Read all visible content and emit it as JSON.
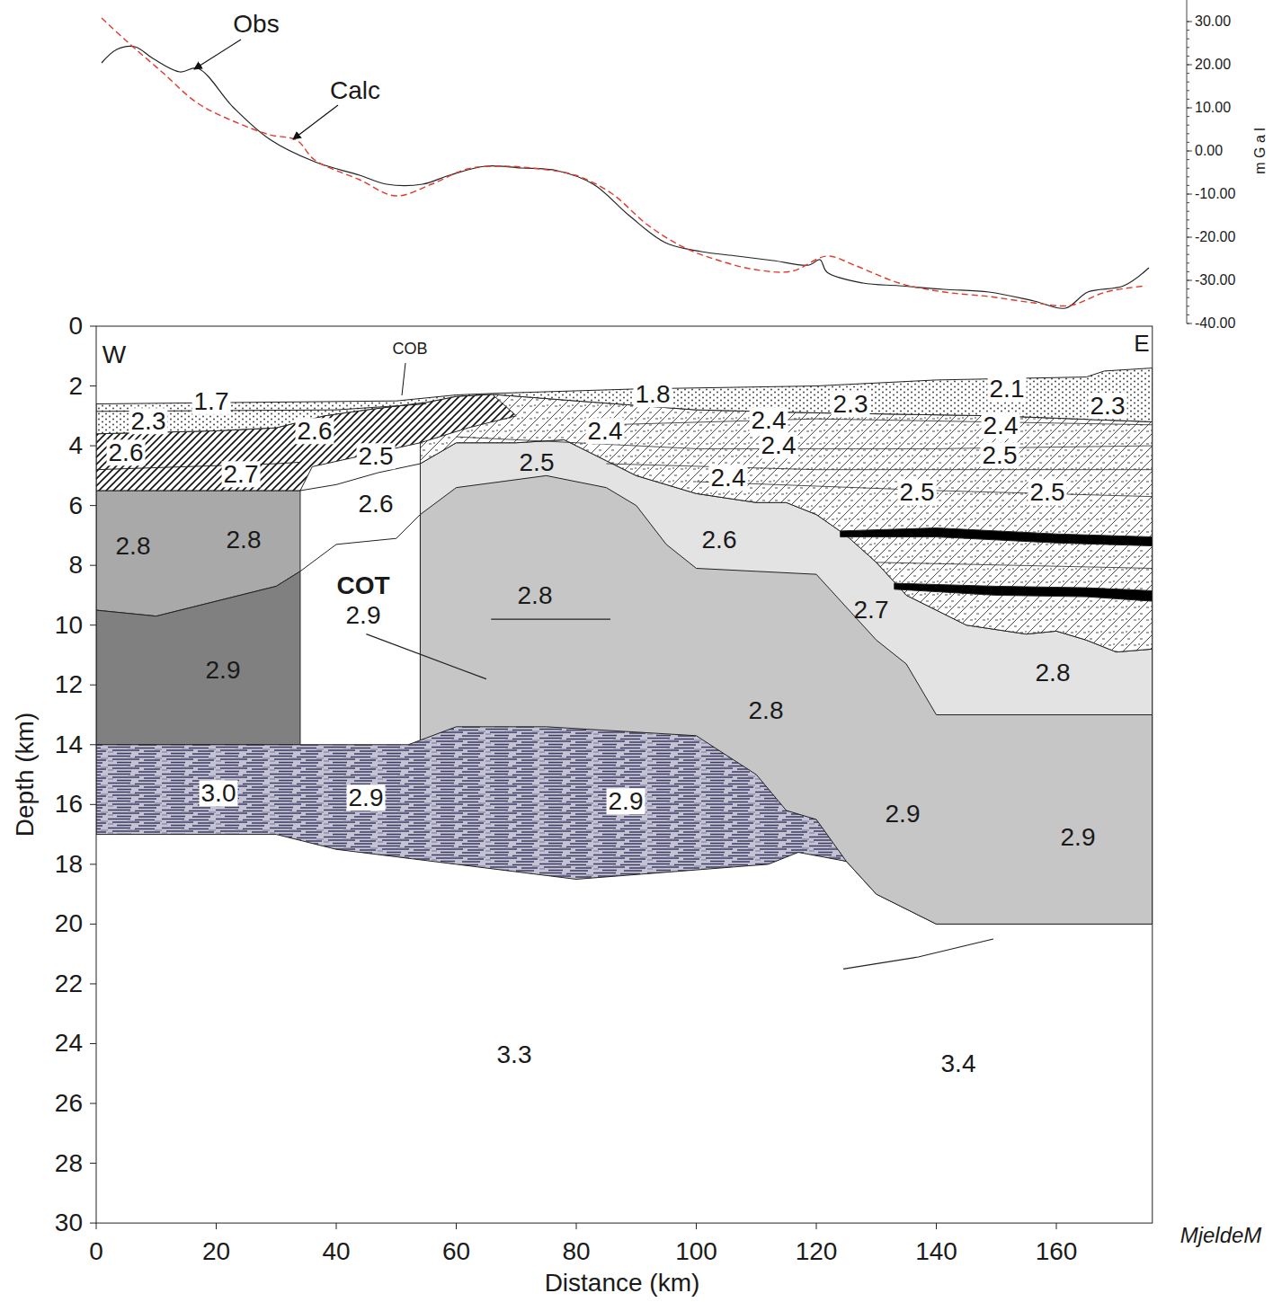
{
  "diagram": {
    "labels": [
      "Obs",
      "Calc",
      "30.00",
      "20.00",
      "10.00",
      "0.00",
      "-10.00",
      "-20.00",
      "-30.00",
      "-40.00",
      "m G a l",
      "W",
      "E",
      "COB",
      "1.7",
      "2.3",
      "2.6",
      "2.6",
      "2.7",
      "2.5",
      "2.6",
      "2.8",
      "2.8",
      "COT",
      "2.9",
      "2.9",
      "2.5",
      "2.8",
      "1.8",
      "2.4",
      "2.4",
      "2.3",
      "2.4",
      "2.4",
      "2.1",
      "2.3",
      "2.4",
      "2.5",
      "2.5",
      "2.5",
      "2.6",
      "2.7",
      "2.8",
      "2.8",
      "3.0",
      "2.9",
      "2.9",
      "2.9",
      "2.9",
      "3.3",
      "3.4",
      "0",
      "2",
      "4",
      "6",
      "8",
      "10",
      "12",
      "14",
      "16",
      "18",
      "20",
      "22",
      "24",
      "26",
      "28",
      "30",
      "Depth (km)",
      "0",
      "20",
      "40",
      "60",
      "80",
      "100",
      "120",
      "140",
      "160",
      "Distance (km)",
      "MjeldeM"
    ]
  }
}
